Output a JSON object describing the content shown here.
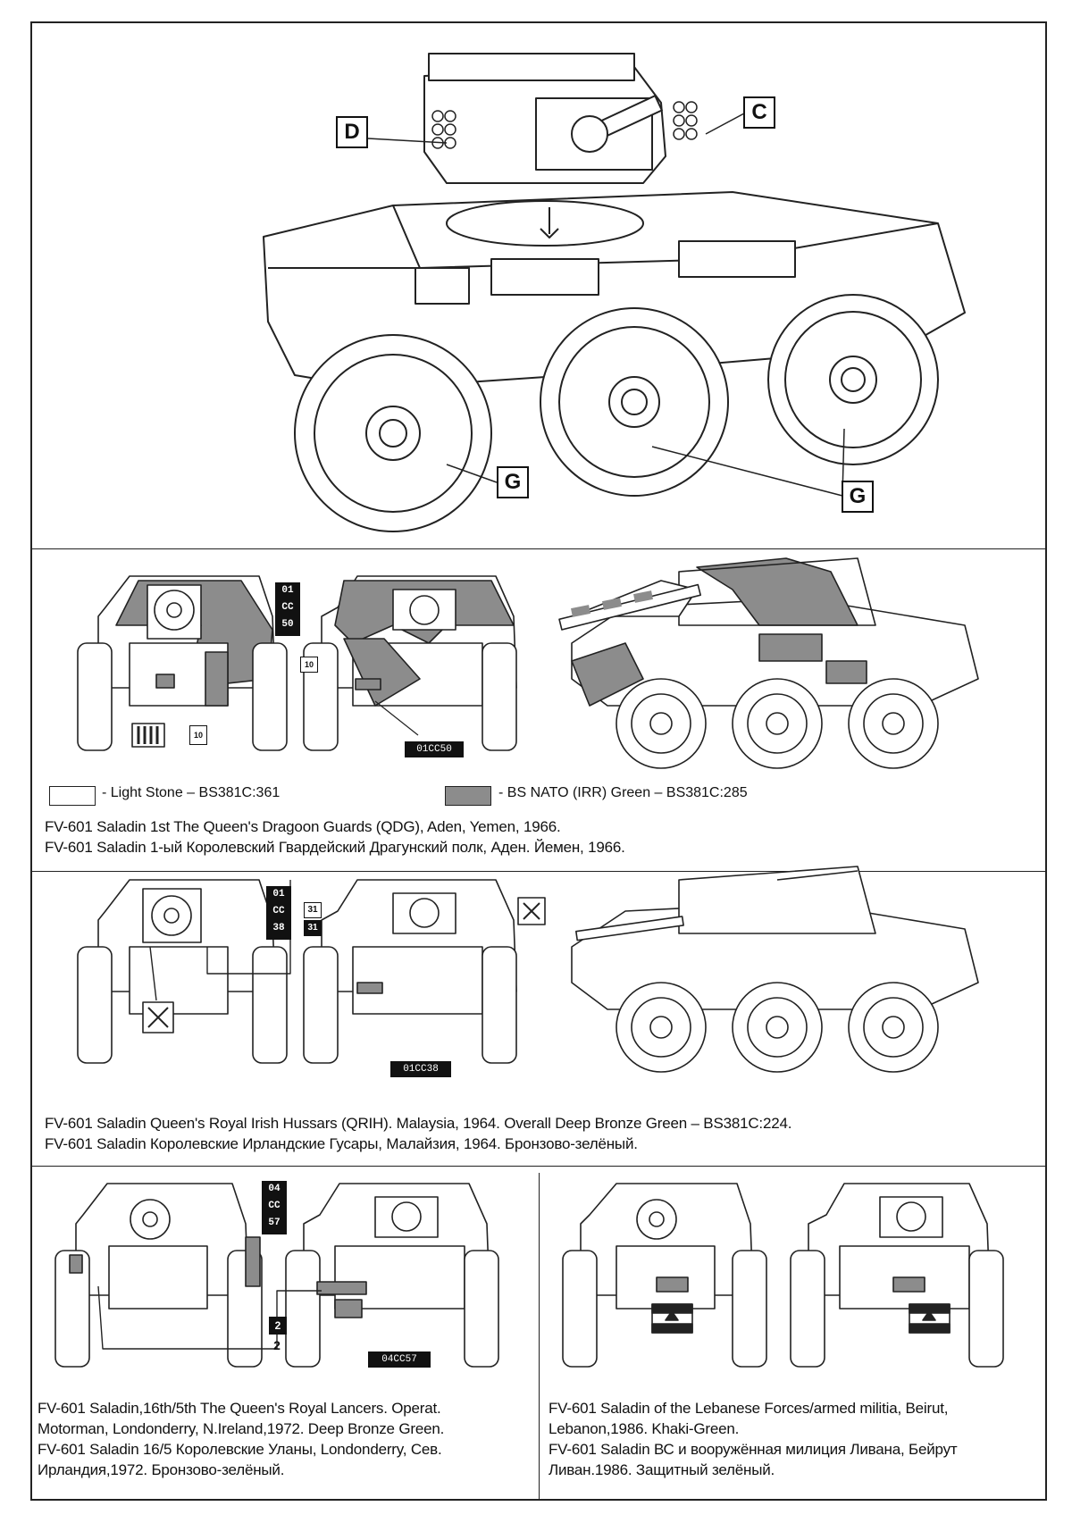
{
  "callouts": {
    "d": "D",
    "c": "C",
    "g1": "G",
    "g2": "G"
  },
  "plates": {
    "qdg_vertical": [
      "01",
      "CC",
      "50"
    ],
    "qdg_horizontal": "01CC50",
    "qdg_tactical": "10",
    "qrih_vertical": [
      "01",
      "CC",
      "38"
    ],
    "qrih_horizontal": "01CC38",
    "qrih_tactical": "31",
    "ql_vertical": [
      "04",
      "CC",
      "57"
    ],
    "ql_horizontal": "04CC57",
    "ql_tactical": "2"
  },
  "legend": {
    "light_stone": "- Light Stone – BS381C:361",
    "nato_green": "- BS NATO (IRR) Green – BS381C:285",
    "light_stone_color": "#ffffff",
    "nato_green_color": "#8c8c8c"
  },
  "captions": {
    "qdg_en": "FV-601 Saladin 1st The Queen's Dragoon Guards (QDG), Aden, Yemen, 1966.",
    "qdg_ru": "FV-601 Saladin 1-ый Королевский Гвардейский Драгунский полк, Аден. Йемен, 1966.",
    "qrih_en": "FV-601 Saladin Queen's Royal Irish Hussars (QRIH). Malaysia, 1964. Overall Deep Bronze Green – BS381C:224.",
    "qrih_ru": "FV-601 Saladin Королевские Ирландские Гусары, Малайзия, 1964. Бронзово-зелёный.",
    "ql_1": "FV-601 Saladin,16th/5th The Queen's Royal Lancers. Operat.",
    "ql_2": "Motorman, Londonderry, N.Ireland,1972. Deep Bronze Green.",
    "ql_3": "FV-601 Saladin 16/5 Королевские Уланы, Londonderry, Сев.",
    "ql_4": "Ирландия,1972. Бронзово-зелёный.",
    "leb_1": "FV-601 Saladin of the Lebanese Forces/armed militia, Beirut,",
    "leb_2": "Lebanon,1986. Khaki-Green.",
    "leb_3": "FV-601 Saladin ВС и вооружённая милиция Ливана, Бейрут",
    "leb_4": "Ливан.1986. Защитный зелёный."
  }
}
